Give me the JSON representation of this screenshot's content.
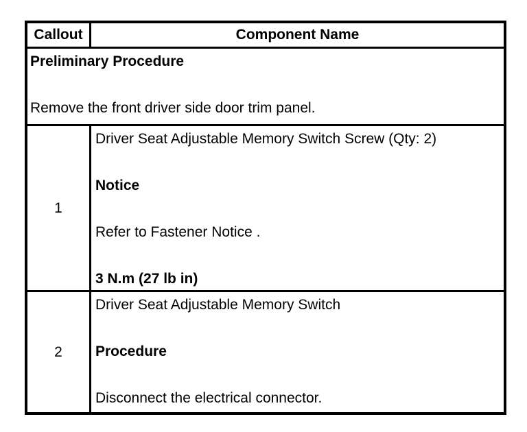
{
  "table": {
    "header": {
      "callout_label": "Callout",
      "component_label": "Component Name"
    },
    "preliminary": {
      "heading": "Preliminary Procedure",
      "instruction": "Remove the front driver side door trim panel."
    },
    "rows": [
      {
        "callout": "1",
        "lines": [
          "Driver Seat Adjustable Memory Switch Screw (Qty: 2)",
          "Notice",
          "Refer to Fastener Notice .",
          "3 N.m (27 lb in)"
        ]
      },
      {
        "callout": "2",
        "lines": [
          "Driver Seat Adjustable Memory Switch",
          "Procedure",
          "Disconnect the electrical connector."
        ]
      }
    ]
  },
  "colors": {
    "border": "#000000",
    "background": "#ffffff",
    "text": "#000000"
  }
}
